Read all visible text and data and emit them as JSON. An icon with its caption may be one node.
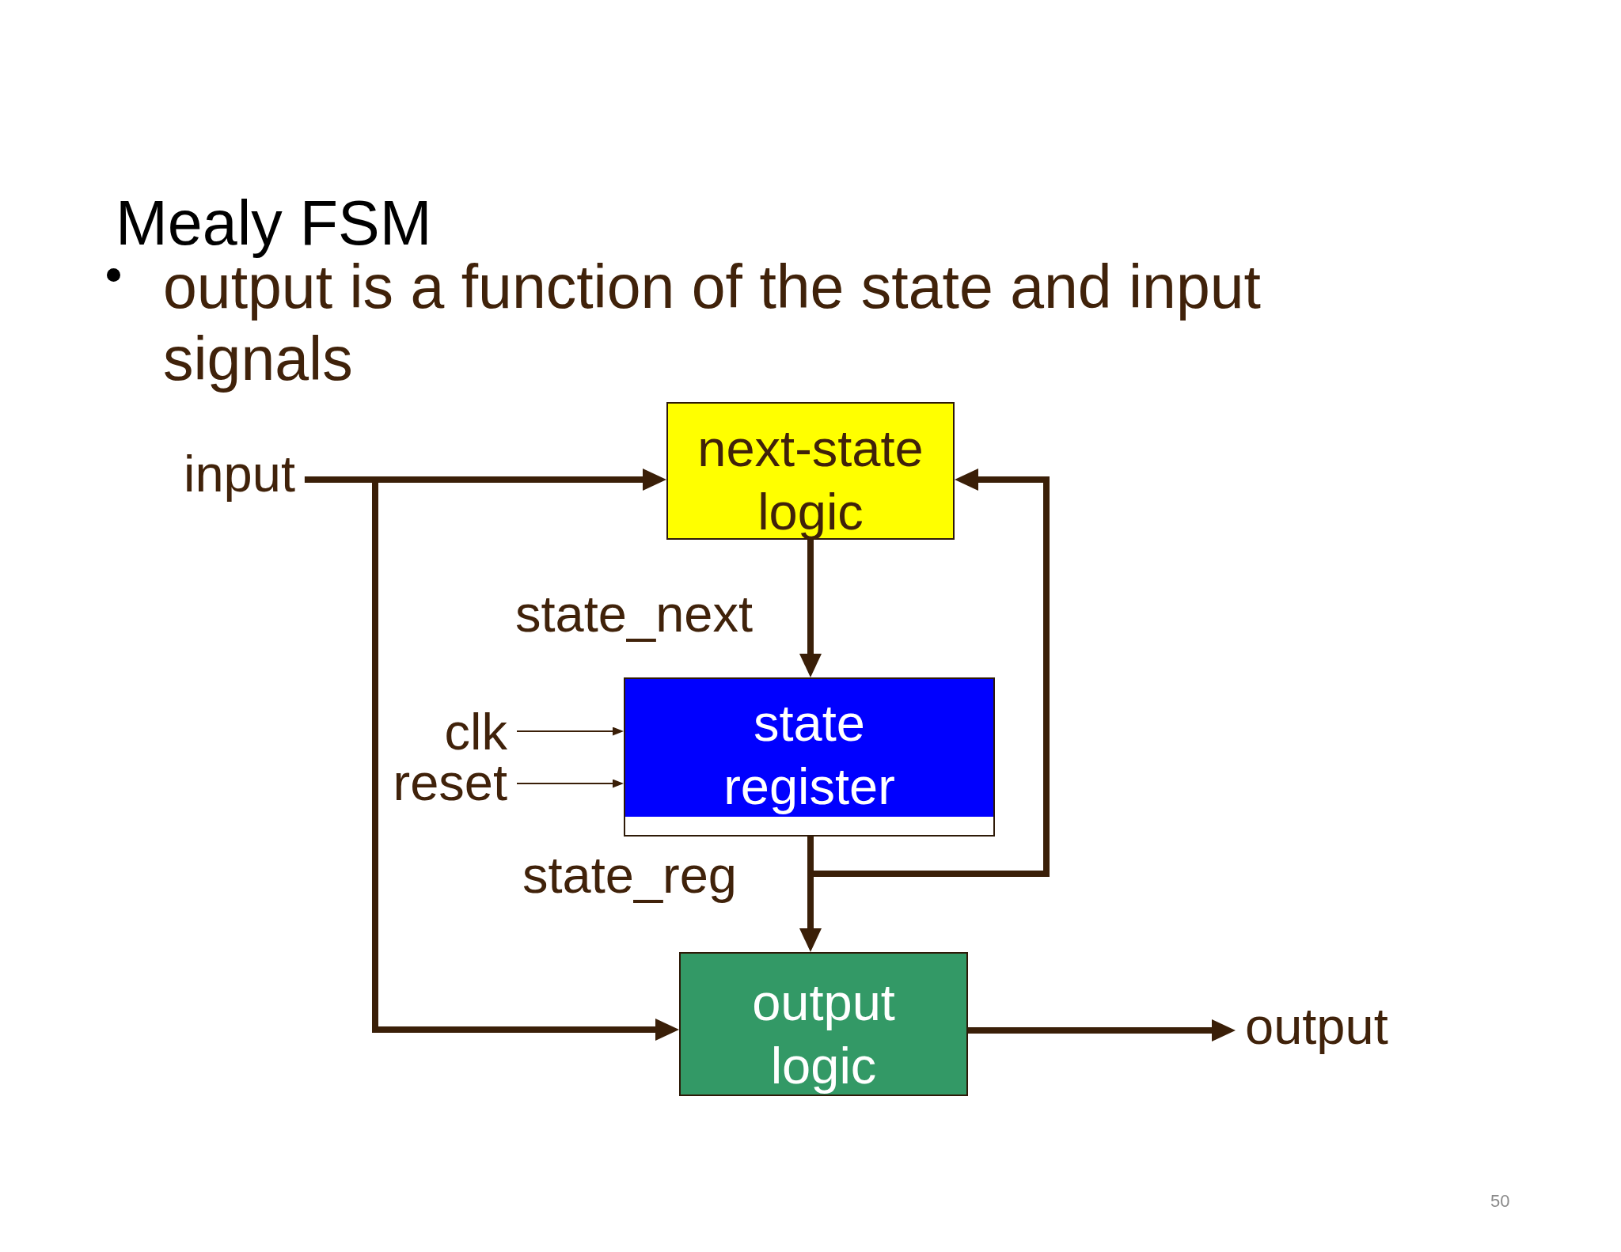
{
  "diagram": {
    "title": "Mealy FSM",
    "nodes": [
      {
        "text": [
          "input"
        ]
      },
      {
        "text": [
          "next-state logic"
        ]
      },
      {
        "text": [
          "clk"
        ]
      },
      {
        "text": [
          "state register"
        ]
      },
      {
        "text": [
          "reset"
        ]
      },
      {
        "text": [
          "output logic"
        ]
      },
      {
        "text": [
          "output"
        ]
      }
    ],
    "edges": [
      {
        "from": 0,
        "to": 1,
        "arrow": "to"
      },
      {
        "from": 0,
        "to": 5,
        "arrow": "to"
      },
      {
        "from": 1,
        "to": 3,
        "arrow": "to",
        "label": "state_next"
      },
      {
        "from": 2,
        "to": 3,
        "arrow": "to"
      },
      {
        "from": 4,
        "to": 3,
        "arrow": "to"
      },
      {
        "from": 3,
        "to": 5,
        "arrow": "to",
        "label": "state_reg"
      },
      {
        "from": 3,
        "to": 1,
        "arrow": "to"
      },
      {
        "from": 5,
        "to": 6,
        "arrow": "to"
      }
    ],
    "labels": [
      "output is a function of the state and input signals",
      "50"
    ]
  }
}
